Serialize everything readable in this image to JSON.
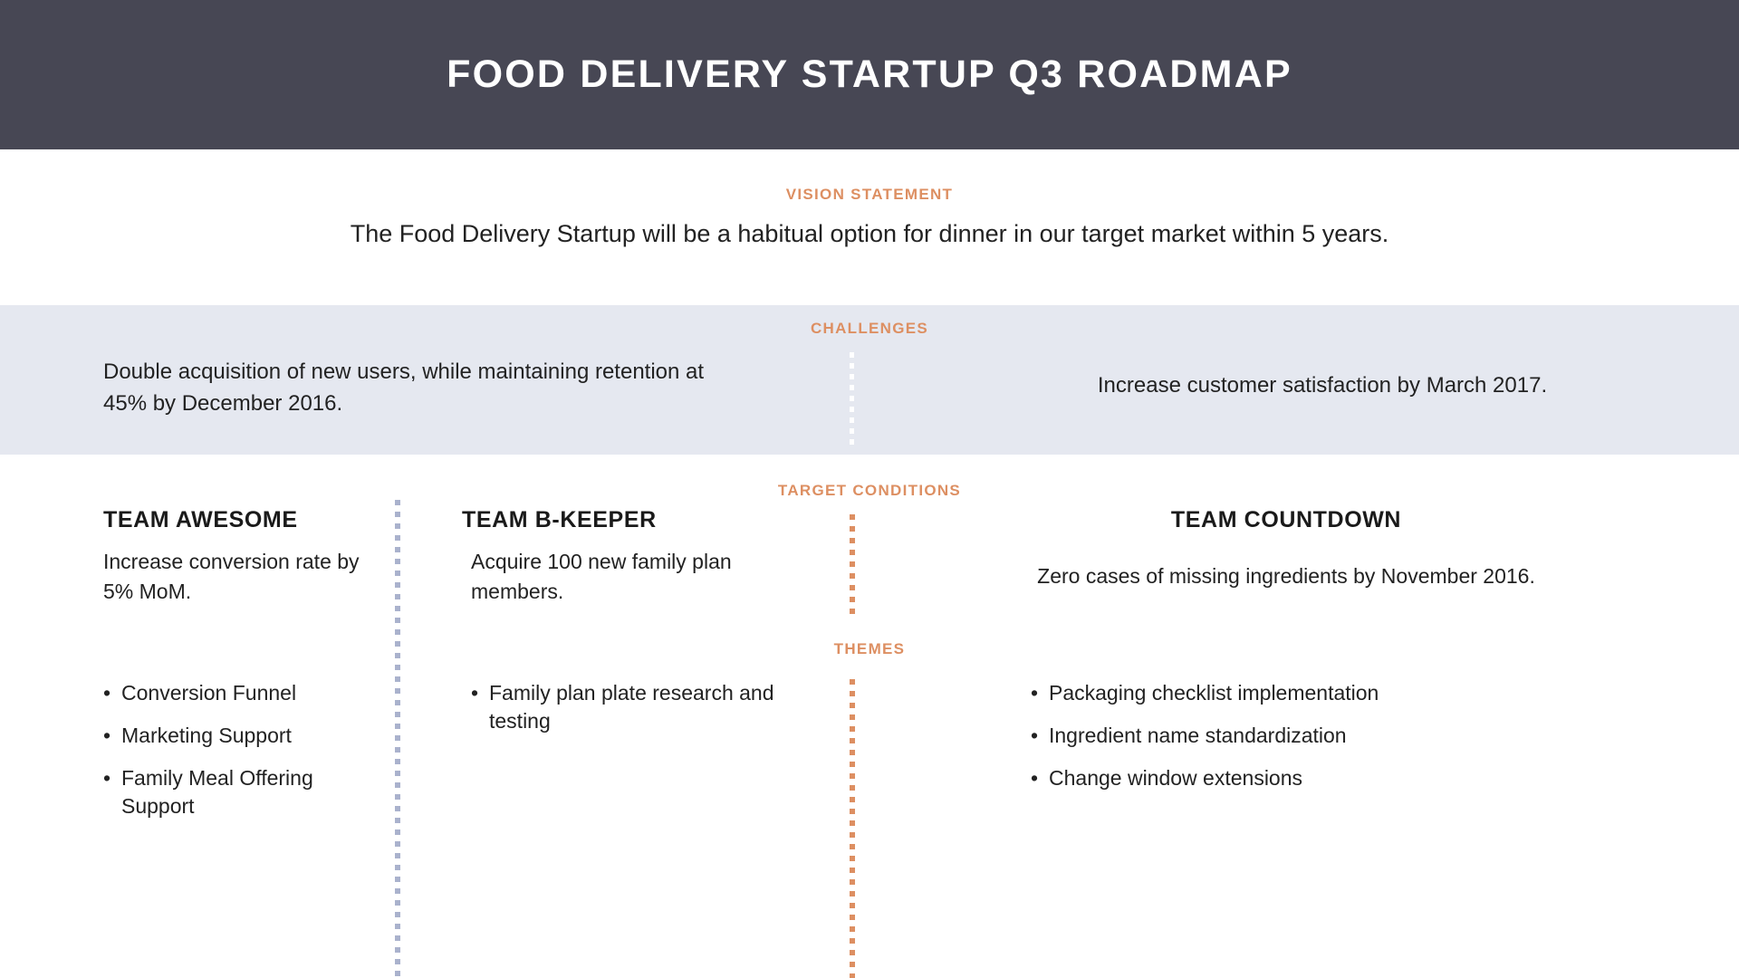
{
  "header": {
    "title": "FOOD DELIVERY STARTUP Q3 ROADMAP",
    "background_color": "#474754",
    "text_color": "#ffffff"
  },
  "accent_color": "#dd8f62",
  "vision": {
    "label": "VISION STATEMENT",
    "text": "The Food Delivery Startup will be a habitual option for dinner in our target market within 5 years."
  },
  "challenges": {
    "label": "CHALLENGES",
    "background_color": "#e5e8f0",
    "divider_color": "#ffffff",
    "items": [
      {
        "text": "Double acquisition of new users, while maintaining retention at 45% by December 2016."
      },
      {
        "text": "Increase customer satisfaction by March 2017."
      }
    ]
  },
  "target_conditions": {
    "label": "TARGET CONDITIONS"
  },
  "themes": {
    "label": "THEMES"
  },
  "dividers": {
    "blue_color": "#aab2cd",
    "orange_color": "#dd8f62"
  },
  "teams": [
    {
      "name": "TEAM AWESOME",
      "target_condition": "Increase conversion rate by 5% MoM.",
      "themes": [
        "Conversion Funnel",
        "Marketing Support",
        "Family Meal Offering Support"
      ]
    },
    {
      "name": "TEAM B-KEEPER",
      "target_condition": "Acquire 100 new family plan members.",
      "themes": [
        "Family plan plate research and testing"
      ]
    },
    {
      "name": "TEAM COUNTDOWN",
      "target_condition": "Zero cases of missing ingredients by November 2016.",
      "themes": [
        "Packaging checklist implementation",
        "Ingredient name standardization",
        "Change window extensions"
      ]
    }
  ],
  "bullet_glyph": "•"
}
